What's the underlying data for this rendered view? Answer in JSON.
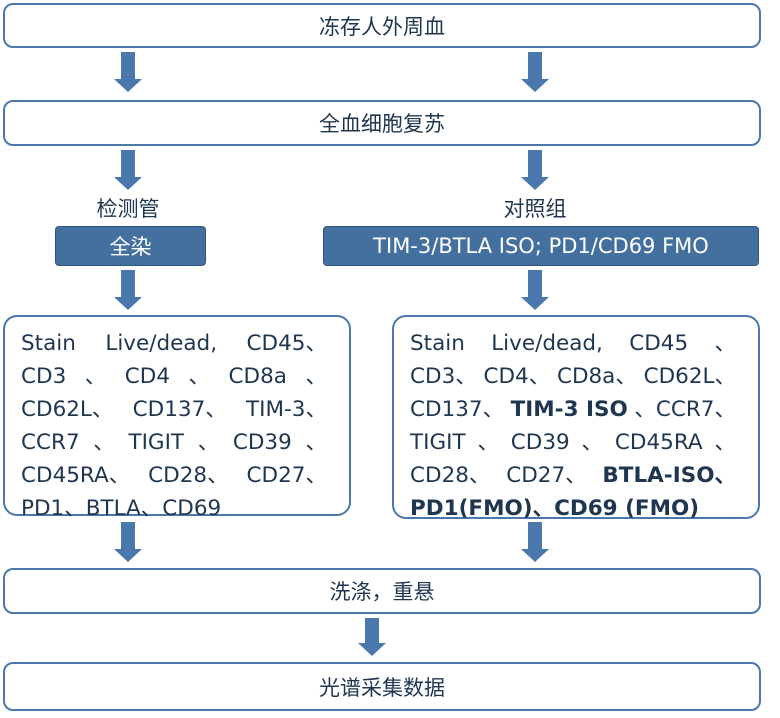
{
  "steps": {
    "frozen_pbmc": "冻存人外周血",
    "thaw": "全血细胞复苏",
    "wash": "洗涤，重悬",
    "acquire": "光谱采集数据"
  },
  "left": {
    "heading": "检测管",
    "tag": "全染",
    "lines": [
      [
        {
          "t": "Stain"
        },
        {
          "t": "Live/dead,"
        },
        {
          "t": "CD45、"
        }
      ],
      [
        {
          "t": "CD3"
        },
        {
          "t": "、"
        },
        {
          "t": "CD4"
        },
        {
          "t": "、"
        },
        {
          "t": "CD8a"
        },
        {
          "t": "、"
        }
      ],
      [
        {
          "t": "CD62L、"
        },
        {
          "t": "CD137、"
        },
        {
          "t": "TIM-3、"
        }
      ],
      [
        {
          "t": "CCR7"
        },
        {
          "t": "、"
        },
        {
          "t": "TIGIT"
        },
        {
          "t": "、"
        },
        {
          "t": "CD39"
        },
        {
          "t": "、"
        }
      ],
      [
        {
          "t": "CD45RA、"
        },
        {
          "t": "CD28、"
        },
        {
          "t": "CD27、"
        }
      ],
      [
        {
          "t": "PD1、BTLA、CD69"
        }
      ]
    ]
  },
  "right": {
    "heading": "对照组",
    "tag": "TIM-3/BTLA ISO; PD1/CD69 FMO",
    "lines": [
      [
        {
          "t": "Stain"
        },
        {
          "t": "Live/dead,"
        },
        {
          "t": "CD45"
        },
        {
          "t": "、"
        }
      ],
      [
        {
          "t": "CD3、"
        },
        {
          "t": "CD4、"
        },
        {
          "t": "CD8a、"
        },
        {
          "t": "CD62L、"
        }
      ],
      [
        {
          "t": "CD137、"
        },
        {
          "t": "TIM-3 ISO",
          "b": true
        },
        {
          "t": "、CCR7、"
        }
      ],
      [
        {
          "t": "TIGIT"
        },
        {
          "t": "、"
        },
        {
          "t": "CD39"
        },
        {
          "t": "、"
        },
        {
          "t": "CD45RA"
        },
        {
          "t": "、"
        }
      ],
      [
        {
          "t": "CD28、"
        },
        {
          "t": "CD27、"
        },
        {
          "t": "BTLA-ISO、",
          "b": true
        }
      ],
      [
        {
          "t": "PD1(FMO)、CD69 (FMO)",
          "b": true
        }
      ]
    ]
  },
  "colors": {
    "border": "#4a78ad",
    "arrow": "#4a78ad",
    "fill": "#44709f",
    "text": "#1f3650"
  }
}
